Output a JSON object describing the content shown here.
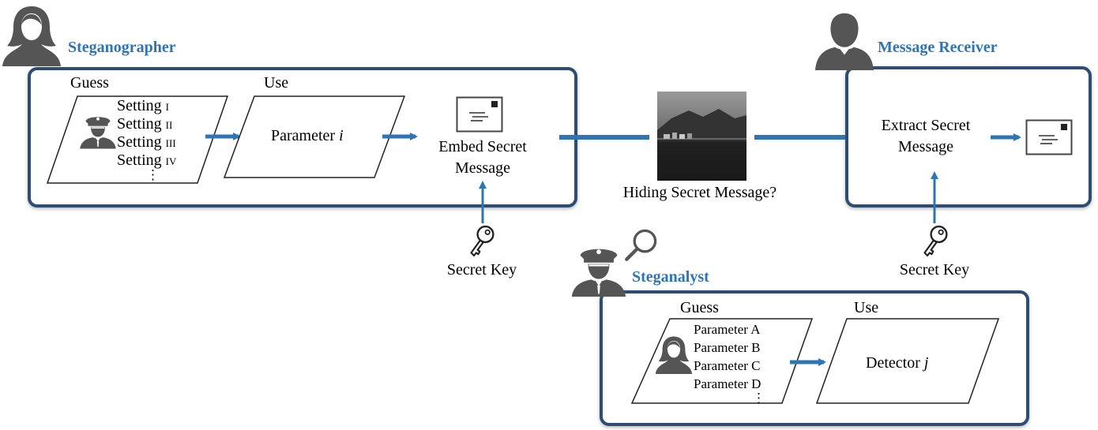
{
  "colors": {
    "accent": "#2e75b6",
    "panel_border": "#2f4e74",
    "avatar": "#555555"
  },
  "steganographer": {
    "title": "Steganographer",
    "guess_label": "Guess",
    "use_label": "Use",
    "settings": [
      {
        "word": "Setting",
        "numeral": "I"
      },
      {
        "word": "Setting",
        "numeral": "II"
      },
      {
        "word": "Setting",
        "numeral": "III"
      },
      {
        "word": "Setting",
        "numeral": "IV"
      }
    ],
    "ellipsis": "⋮",
    "parameter_label": "Parameter ",
    "parameter_var": "i",
    "embed_line1": "Embed Secret",
    "embed_line2": "Message"
  },
  "secret_key_left": "Secret Key",
  "cover_image_caption": "Hiding Secret Message?",
  "receiver": {
    "title": "Message Receiver",
    "extract_line1": "Extract Secret",
    "extract_line2": "Message"
  },
  "secret_key_right": "Secret Key",
  "steganalyst": {
    "title": "Steganalyst",
    "guess_label": "Guess",
    "use_label": "Use",
    "parameters": [
      "Parameter A",
      "Parameter B",
      "Parameter C",
      "Parameter D"
    ],
    "ellipsis": "⋮",
    "detector_label": "Detector ",
    "detector_var": "j"
  },
  "icons": {
    "steganographer_avatar": "woman-avatar-icon",
    "guard_avatar": "police-officer-icon",
    "receiver_avatar": "man-avatar-icon",
    "message": "envelope-icon",
    "key": "key-icon",
    "magnifier": "magnifier-icon"
  }
}
